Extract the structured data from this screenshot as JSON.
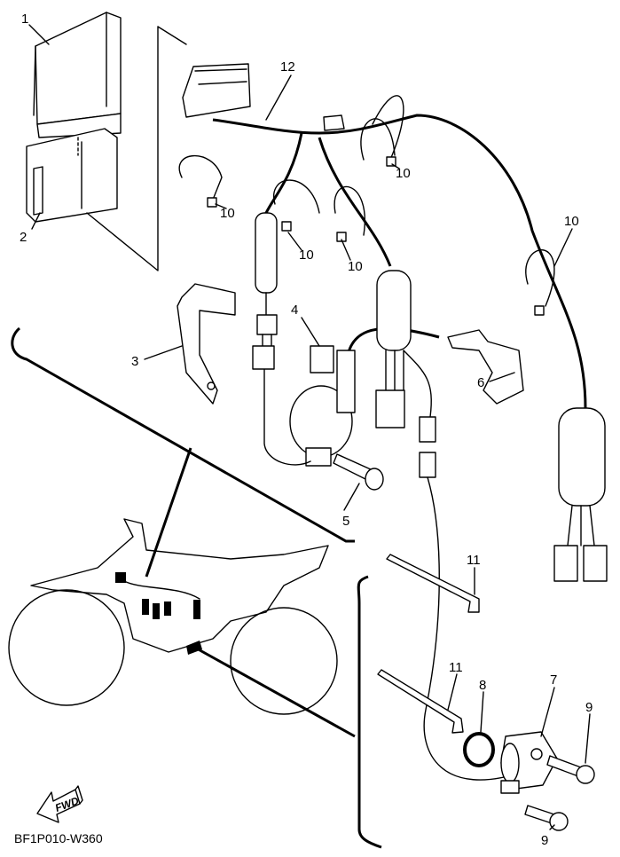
{
  "diagram": {
    "callouts": [
      "1",
      "2",
      "3",
      "4",
      "5",
      "6",
      "7",
      "8",
      "9",
      "9",
      "10",
      "10",
      "10",
      "10",
      "10",
      "11",
      "11",
      "12"
    ],
    "fwd_label": "FWD",
    "drawing_code": "BF1P010-W360"
  }
}
